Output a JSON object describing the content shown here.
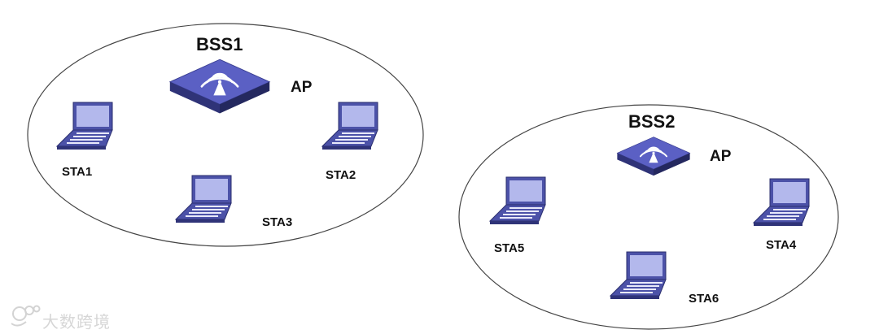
{
  "bss": [
    {
      "id": "bss1",
      "label": "BSS1",
      "ap_label": "AP",
      "stations": [
        {
          "id": "sta1",
          "label": "STA1"
        },
        {
          "id": "sta2",
          "label": "STA2"
        },
        {
          "id": "sta3",
          "label": "STA3"
        }
      ]
    },
    {
      "id": "bss2",
      "label": "BSS2",
      "ap_label": "AP",
      "stations": [
        {
          "id": "sta5",
          "label": "STA5"
        },
        {
          "id": "sta4",
          "label": "STA4"
        },
        {
          "id": "sta6",
          "label": "STA6"
        }
      ]
    }
  ],
  "watermark": {
    "text": "大数跨境"
  },
  "colors": {
    "ap_top": "#5b60c4",
    "ap_side_left": "#2f3378",
    "ap_side_right": "#24285f",
    "laptop_screen": "#b3b8ec",
    "laptop_body": "#4c52a8",
    "laptop_keys": "#e8e9fb",
    "outline": "#444444"
  },
  "icons": [
    "access-point-icon",
    "laptop-icon",
    "watermark-logo-icon"
  ]
}
